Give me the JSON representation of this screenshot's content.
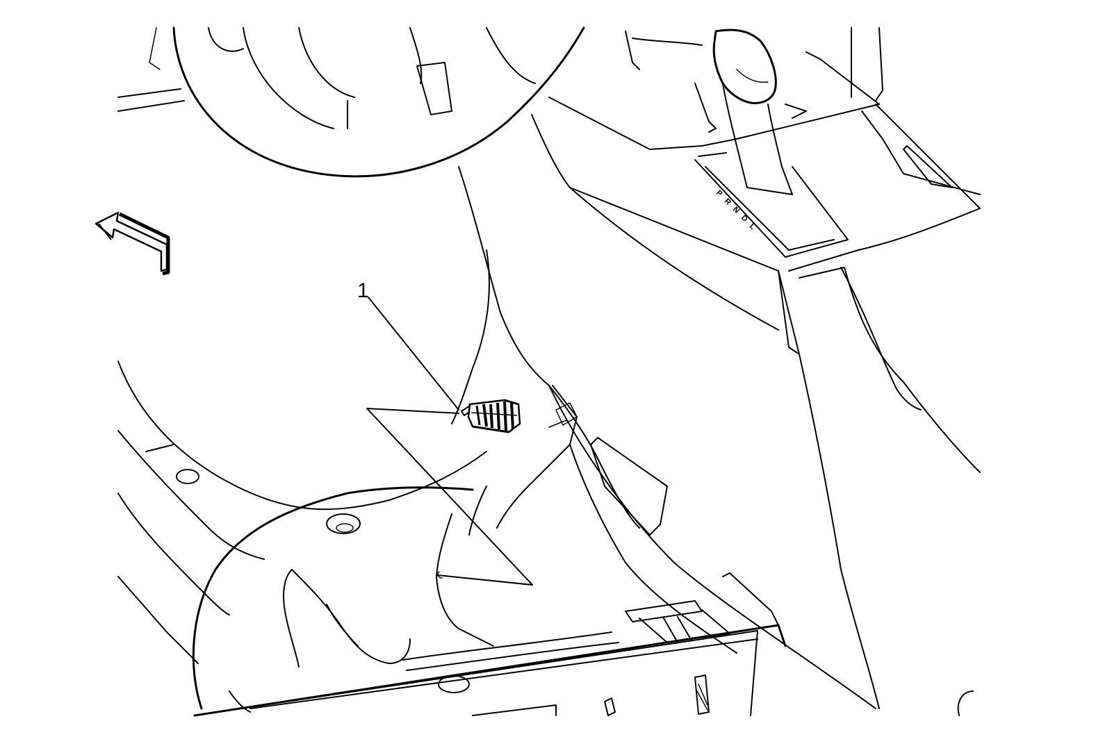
{
  "callouts": [
    {
      "label": "1"
    }
  ],
  "gear_indicator": [
    "P",
    "R",
    "N",
    "D",
    "L"
  ],
  "colors": {
    "line": "#000000",
    "background": "#ffffff"
  },
  "icons": {
    "direction_arrow": "forward-arrow-icon",
    "connector": "electrical-connector-icon"
  }
}
